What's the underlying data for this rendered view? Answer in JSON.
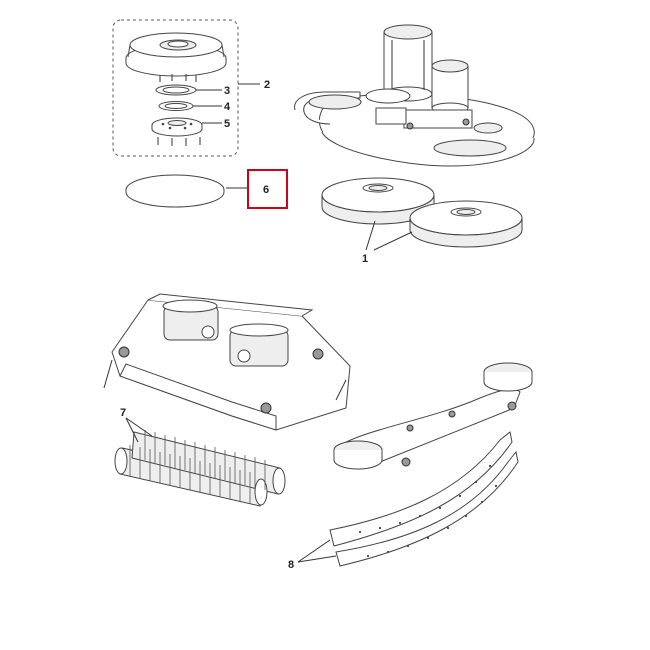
{
  "callouts": {
    "c1": "1",
    "c2": "2",
    "c3": "3",
    "c4": "4",
    "c5": "5",
    "c6": "6",
    "c7": "7",
    "c8": "8"
  },
  "highlight": {
    "item": "6",
    "color": "#d0021b"
  }
}
